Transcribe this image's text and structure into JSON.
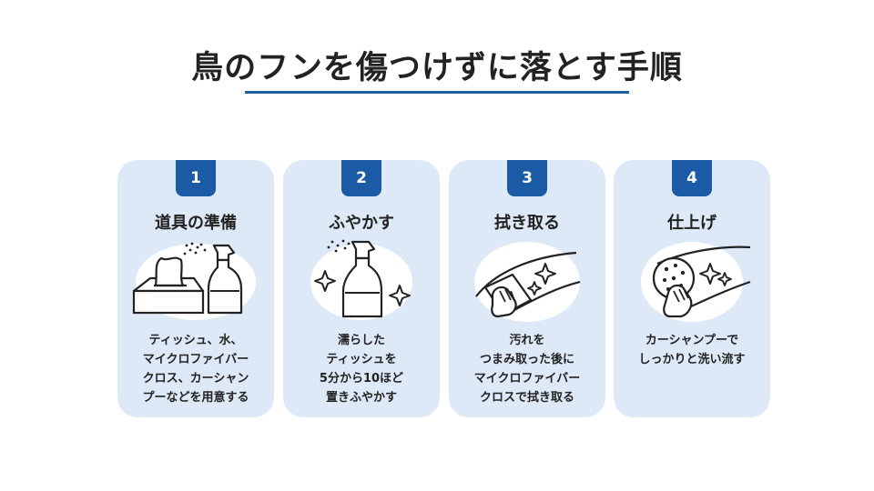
{
  "title": "鳥のフンを傷つけずに落とす手順",
  "steps": [
    {
      "number": "1",
      "heading": "道具の準備",
      "lines": [
        "ティッシュ、水、",
        "マイクロファイバー",
        "クロス、カーシャン",
        "プーなどを用意する"
      ]
    },
    {
      "number": "2",
      "heading": "ふやかす",
      "lines": [
        "濡らした",
        "ティッシュを",
        "5分から10ほど",
        "置きふやかす"
      ]
    },
    {
      "number": "3",
      "heading": "拭き取る",
      "lines": [
        "汚れを",
        "つまみ取った後に",
        "マイクロファイバー",
        "クロスで拭き取る"
      ]
    },
    {
      "number": "4",
      "heading": "仕上げ",
      "lines": [
        "カーシャンプーで",
        "しっかりと洗い流す"
      ]
    }
  ],
  "colors": {
    "accent": "#1b5aa5",
    "card_background": "#dde9f7",
    "text": "#222222"
  },
  "icons": [
    "tissue-box-spray-bottle-icon",
    "spray-bottle-sparkle-icon",
    "hand-wiping-cloth-icon",
    "hand-sponge-washing-icon"
  ]
}
